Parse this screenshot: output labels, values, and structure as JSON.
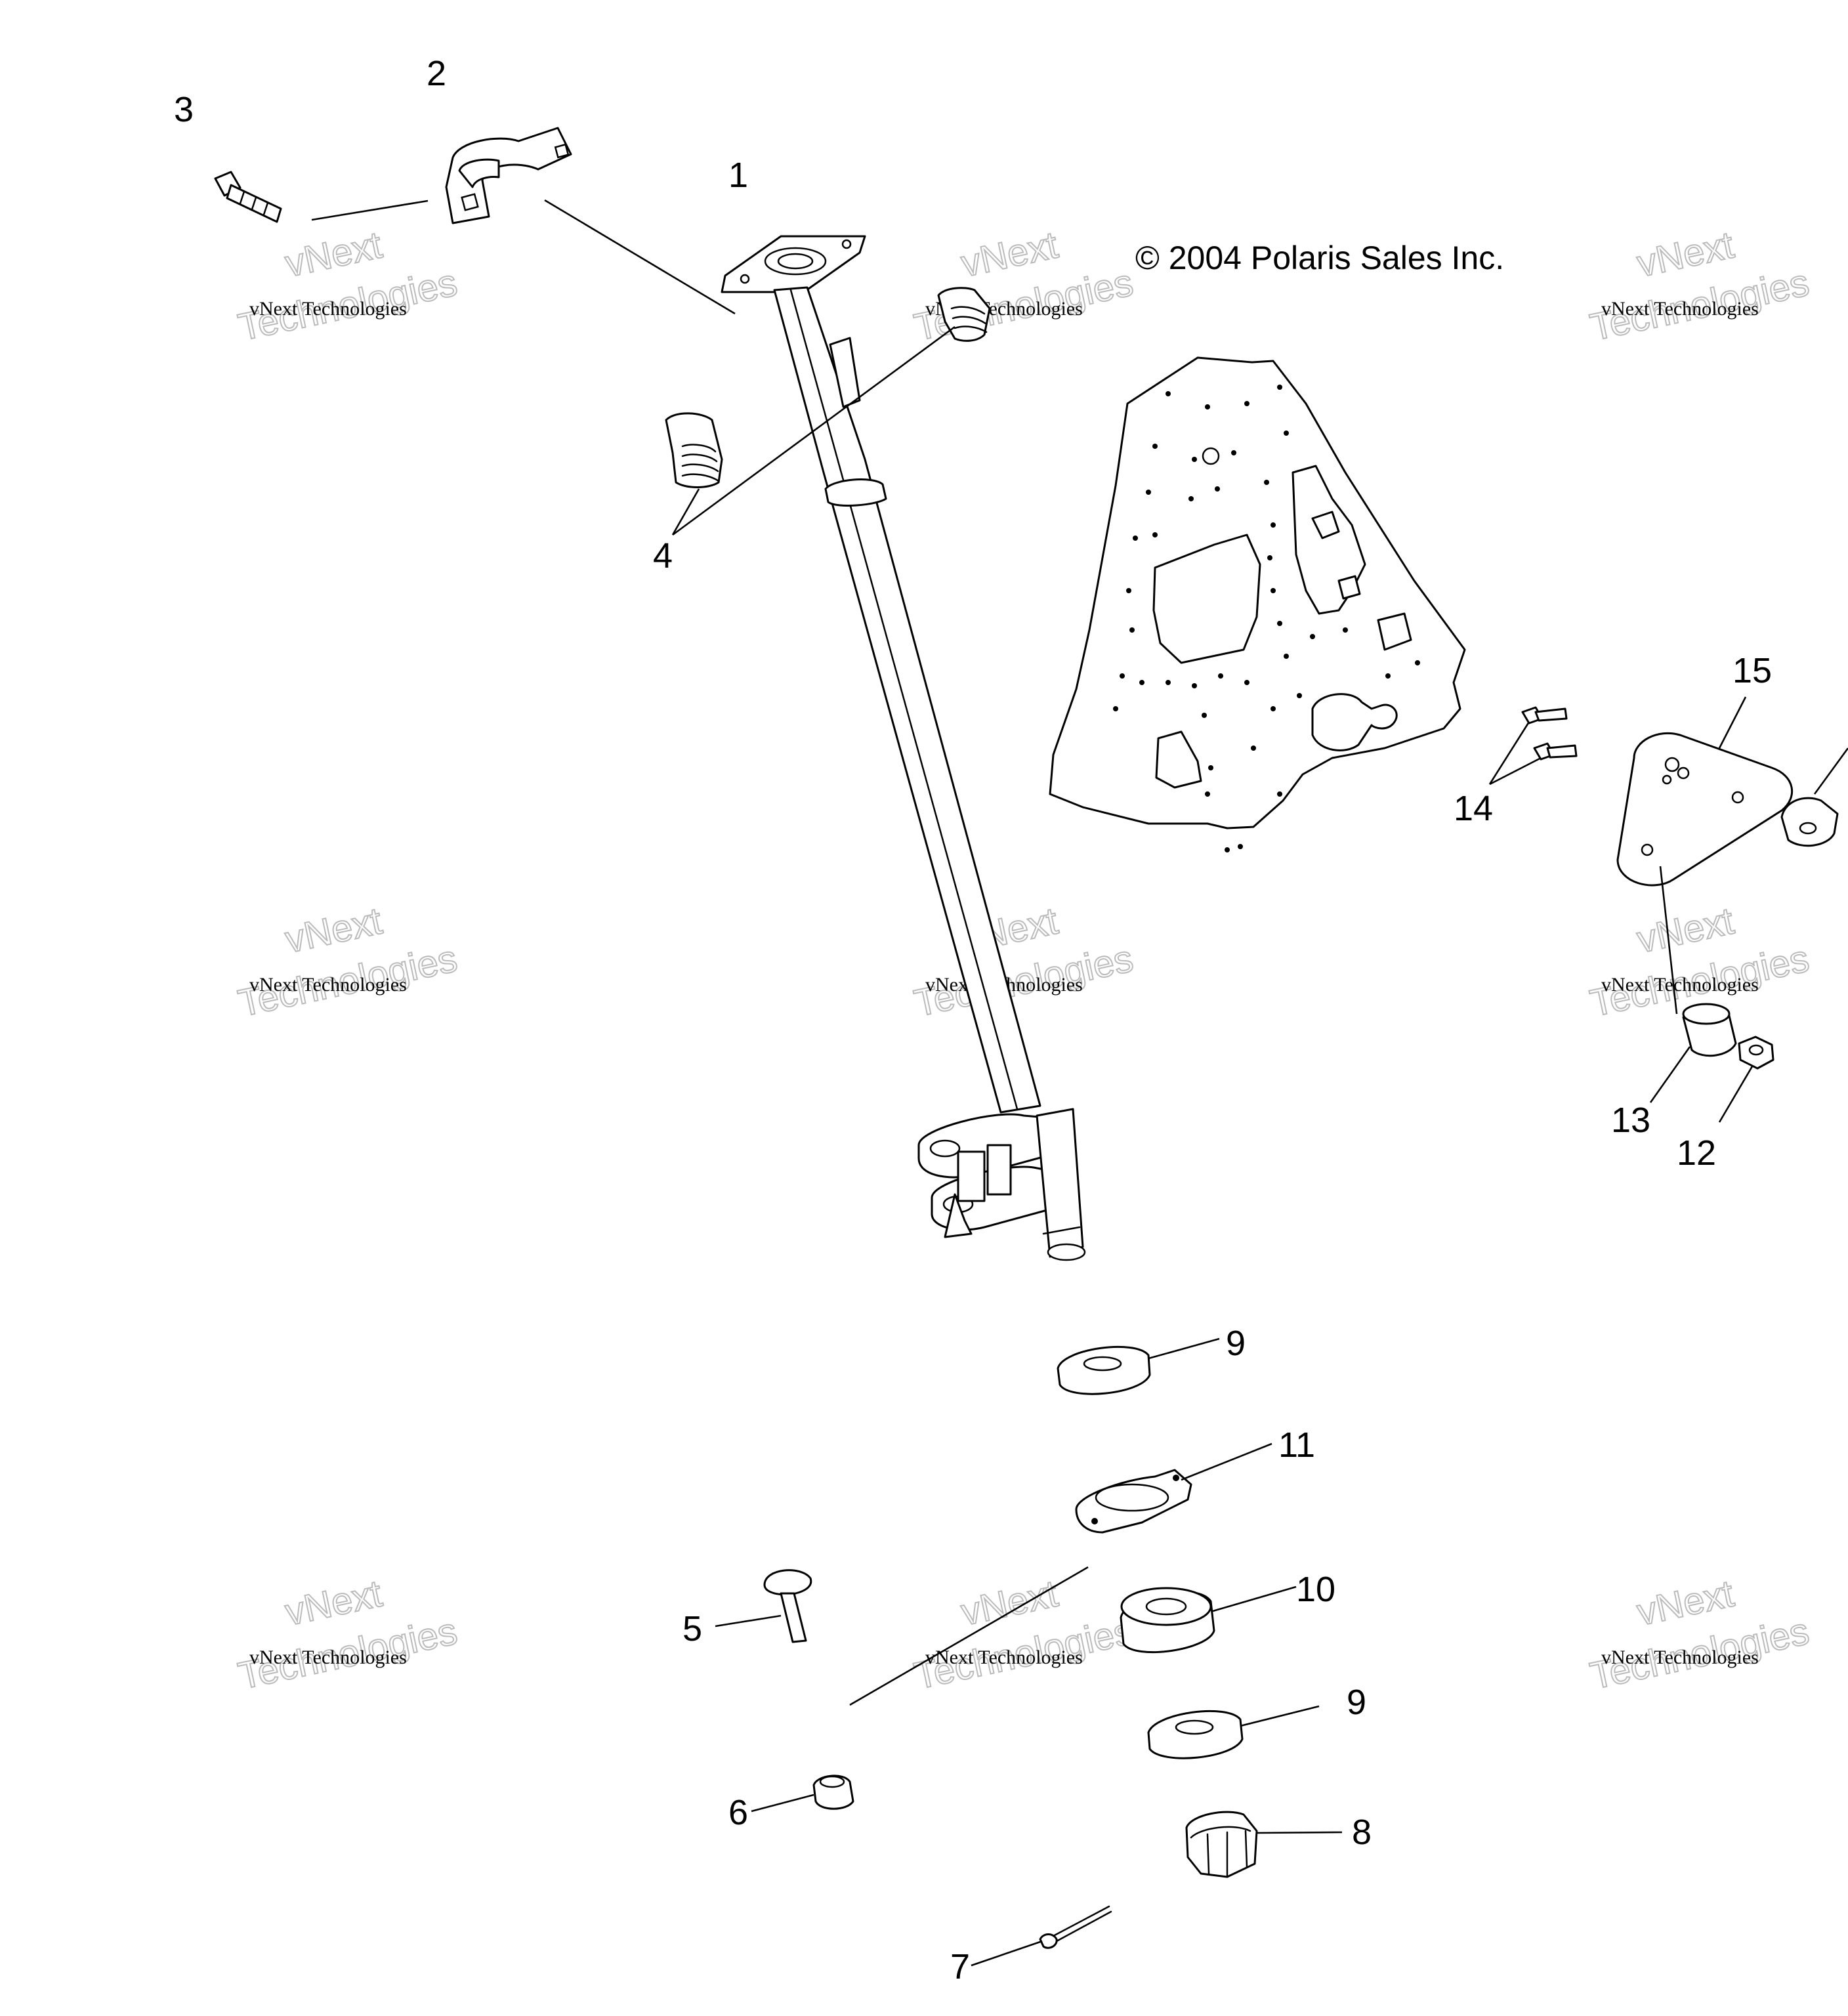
{
  "copyright": "© 2004 Polaris Sales Inc.",
  "watermark": {
    "line1": "vNext Technologies",
    "line2": "vNext",
    "line3": "Technologies"
  },
  "callouts": {
    "c1": "1",
    "c2": "2",
    "c3": "3",
    "c4": "4",
    "c5": "5",
    "c6": "6",
    "c7": "7",
    "c8": "8",
    "c9a": "9",
    "c9b": "9",
    "c10": "10",
    "c11": "11",
    "c12": "12",
    "c13": "13",
    "c14": "14",
    "c15": "15"
  },
  "colors": {
    "line": "#000000",
    "background": "#ffffff",
    "watermark": "#bbbbbb"
  }
}
